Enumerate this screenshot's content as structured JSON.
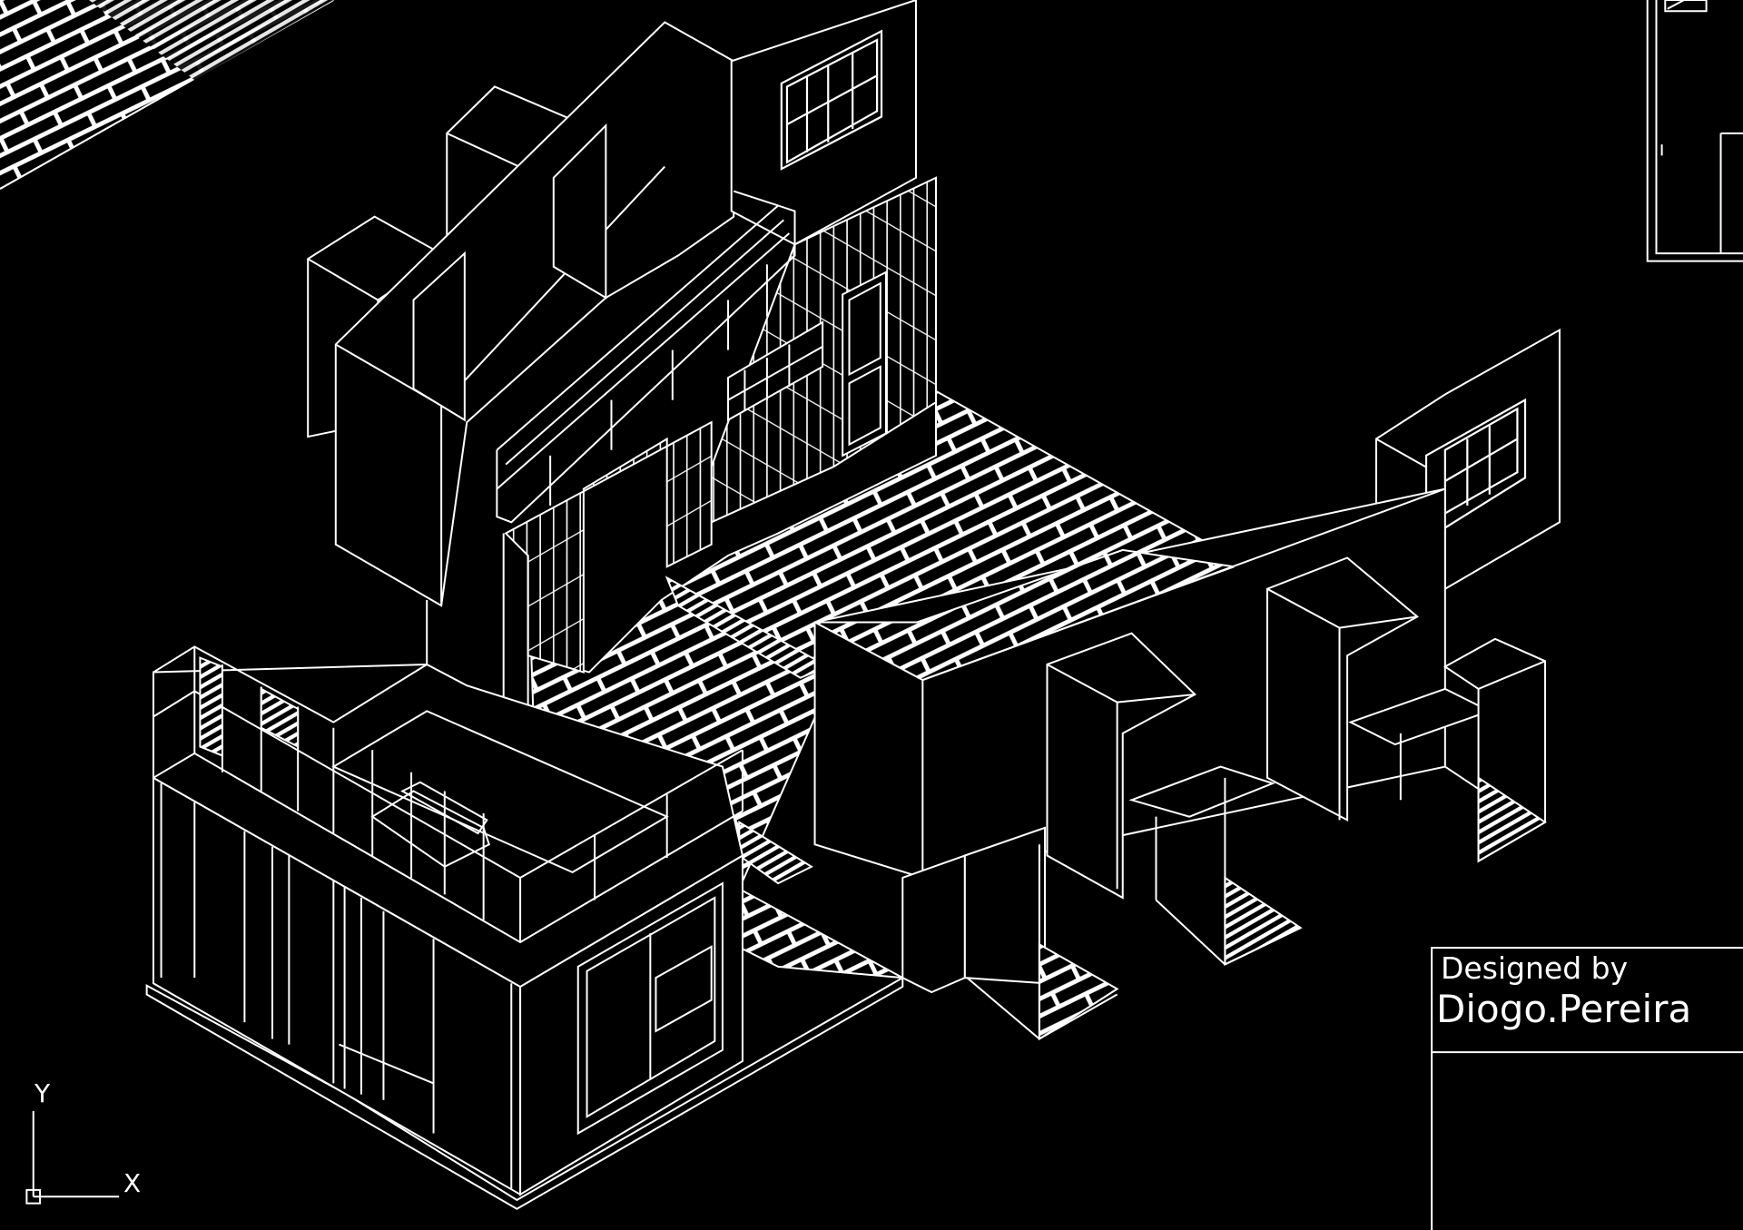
{
  "drawing": {
    "line_color": "#ffffff",
    "background": "#000000"
  },
  "ucs": {
    "y_label": "Y",
    "x_label": "X"
  },
  "title_block": {
    "designed_by_label": "Designed by",
    "designer_name": "Diogo.Pereira"
  }
}
